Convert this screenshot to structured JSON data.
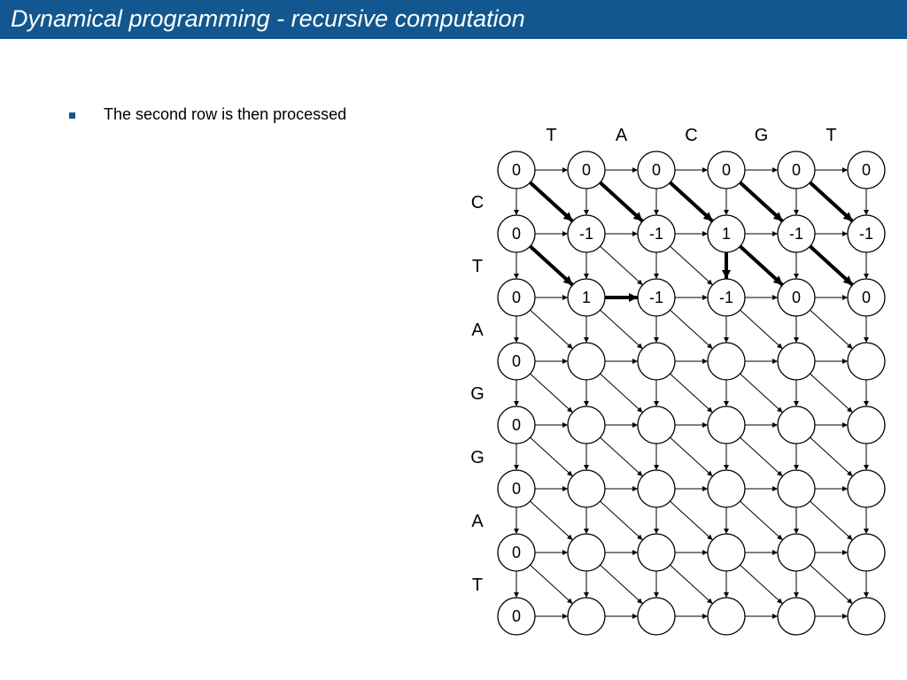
{
  "header": {
    "title": "Dynamical programming - recursive computation"
  },
  "content": {
    "bullet": "The second row is then processed"
  },
  "diagram": {
    "column_letters": [
      "T",
      "A",
      "C",
      "G",
      "T"
    ],
    "row_letters": [
      "C",
      "T",
      "A",
      "G",
      "G",
      "A",
      "T"
    ],
    "cells": [
      [
        "0",
        "0",
        "0",
        "0",
        "0",
        "0"
      ],
      [
        "0",
        "-1",
        "-1",
        "1",
        "-1",
        "-1"
      ],
      [
        "0",
        "1",
        "-1",
        "-1",
        "0",
        "0"
      ],
      [
        "0",
        "",
        "",
        "",
        "",
        ""
      ],
      [
        "0",
        "",
        "",
        "",
        "",
        ""
      ],
      [
        "0",
        "",
        "",
        "",
        "",
        ""
      ],
      [
        "0",
        "",
        "",
        "",
        "",
        ""
      ],
      [
        "0",
        "",
        "",
        "",
        "",
        ""
      ]
    ],
    "bold_diagonals": [
      [
        0,
        0
      ],
      [
        0,
        1
      ],
      [
        0,
        2
      ],
      [
        0,
        3
      ],
      [
        0,
        4
      ],
      [
        1,
        0
      ],
      [
        1,
        3
      ],
      [
        1,
        4
      ]
    ],
    "bold_horizontals": [
      [
        2,
        1
      ]
    ],
    "bold_verticals": [
      [
        1,
        3
      ]
    ],
    "colors": {
      "header_bg": "#12578f",
      "bullet": "#12578f",
      "line": "#000000"
    }
  }
}
